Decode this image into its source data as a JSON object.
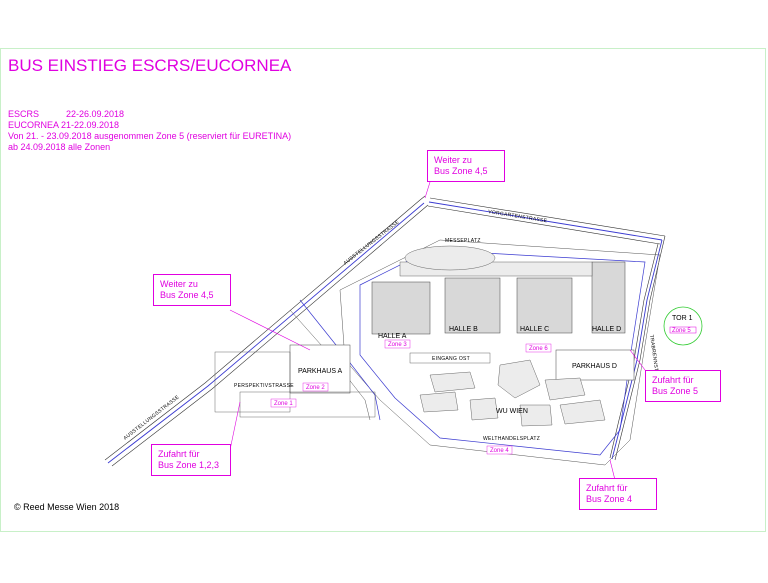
{
  "title": "BUS EINSTIEG ESCRS/EUCORNEA",
  "info": {
    "line1_label": "ESCRS",
    "line1_dates": "22-26.09.2018",
    "line2": "EUCORNEA 21-22.09.2018",
    "line3": "Von 21. - 23.09.2018 ausgenommen Zone 5 (reserviert für EURETINA)",
    "line4": "ab 24.09.2018 alle Zonen"
  },
  "callouts": {
    "weiter_45_top": [
      "Weiter zu",
      "Bus Zone 4,5"
    ],
    "weiter_45_left": [
      "Weiter zu",
      "Bus Zone 4,5"
    ],
    "zufahrt_123": [
      "Zufahrt für",
      "Bus Zone 1,2,3"
    ],
    "zufahrt_4": [
      "Zufahrt für",
      "Bus Zone 4"
    ],
    "zufahrt_5": [
      "Zufahrt für",
      "Bus Zone 5"
    ]
  },
  "buildings": {
    "halle_a": "HALLE A",
    "halle_b": "HALLE B",
    "halle_c": "HALLE C",
    "halle_d": "HALLE D",
    "parkhaus_a": "PARKHAUS A",
    "parkhaus_d": "PARKHAUS D",
    "wu_wien": "WU WIEN",
    "tor_1": "TOR 1"
  },
  "zones": {
    "zone1": "Zone 1",
    "zone2": "Zone 2",
    "zone3": "Zone 3",
    "zone4": "Zone 4",
    "zone5": "Zone 5",
    "zone6": "Zone 6"
  },
  "streets": {
    "vorgartenstrasse": "VORGARTENSTRASSE",
    "ausstellungsstrasse_top": "AUSSTELLUNGSSTRASSE",
    "ausstellungsstrasse_bottom": "AUSSTELLUNGSSTRASSE",
    "perspektivstrasse": "PERSPEKTIVSTRASSE",
    "welthandelsplatz": "WELTHANDELSPLATZ",
    "trabrennstrasse": "TRABRENNSTRASSE",
    "messeplatz": "MESSEPLATZ",
    "eingang": "EINGANG OST"
  },
  "copyright": "© Reed Messe Wien 2018",
  "colors": {
    "accent": "#e000e0",
    "route": "#3a3ad0",
    "frame": "#c8f0c8",
    "building": "#d8d8d8"
  }
}
